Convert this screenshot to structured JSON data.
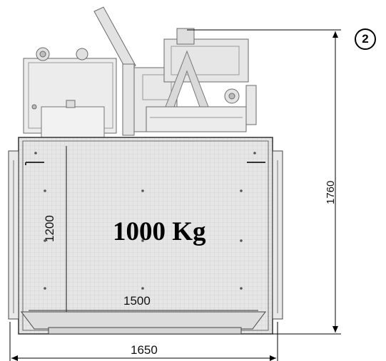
{
  "title": "",
  "dimensions": {
    "overall_width": "1650",
    "platform_width": "1500",
    "platform_depth": "1200",
    "overall_length": "1760"
  },
  "load_label": "1000 Kg",
  "callout_number": "2",
  "colors": {
    "outline": "#333333",
    "platform_fill": "#e4e4e4",
    "machine_fill": "#eeeeee",
    "dimension_line": "#000000"
  }
}
